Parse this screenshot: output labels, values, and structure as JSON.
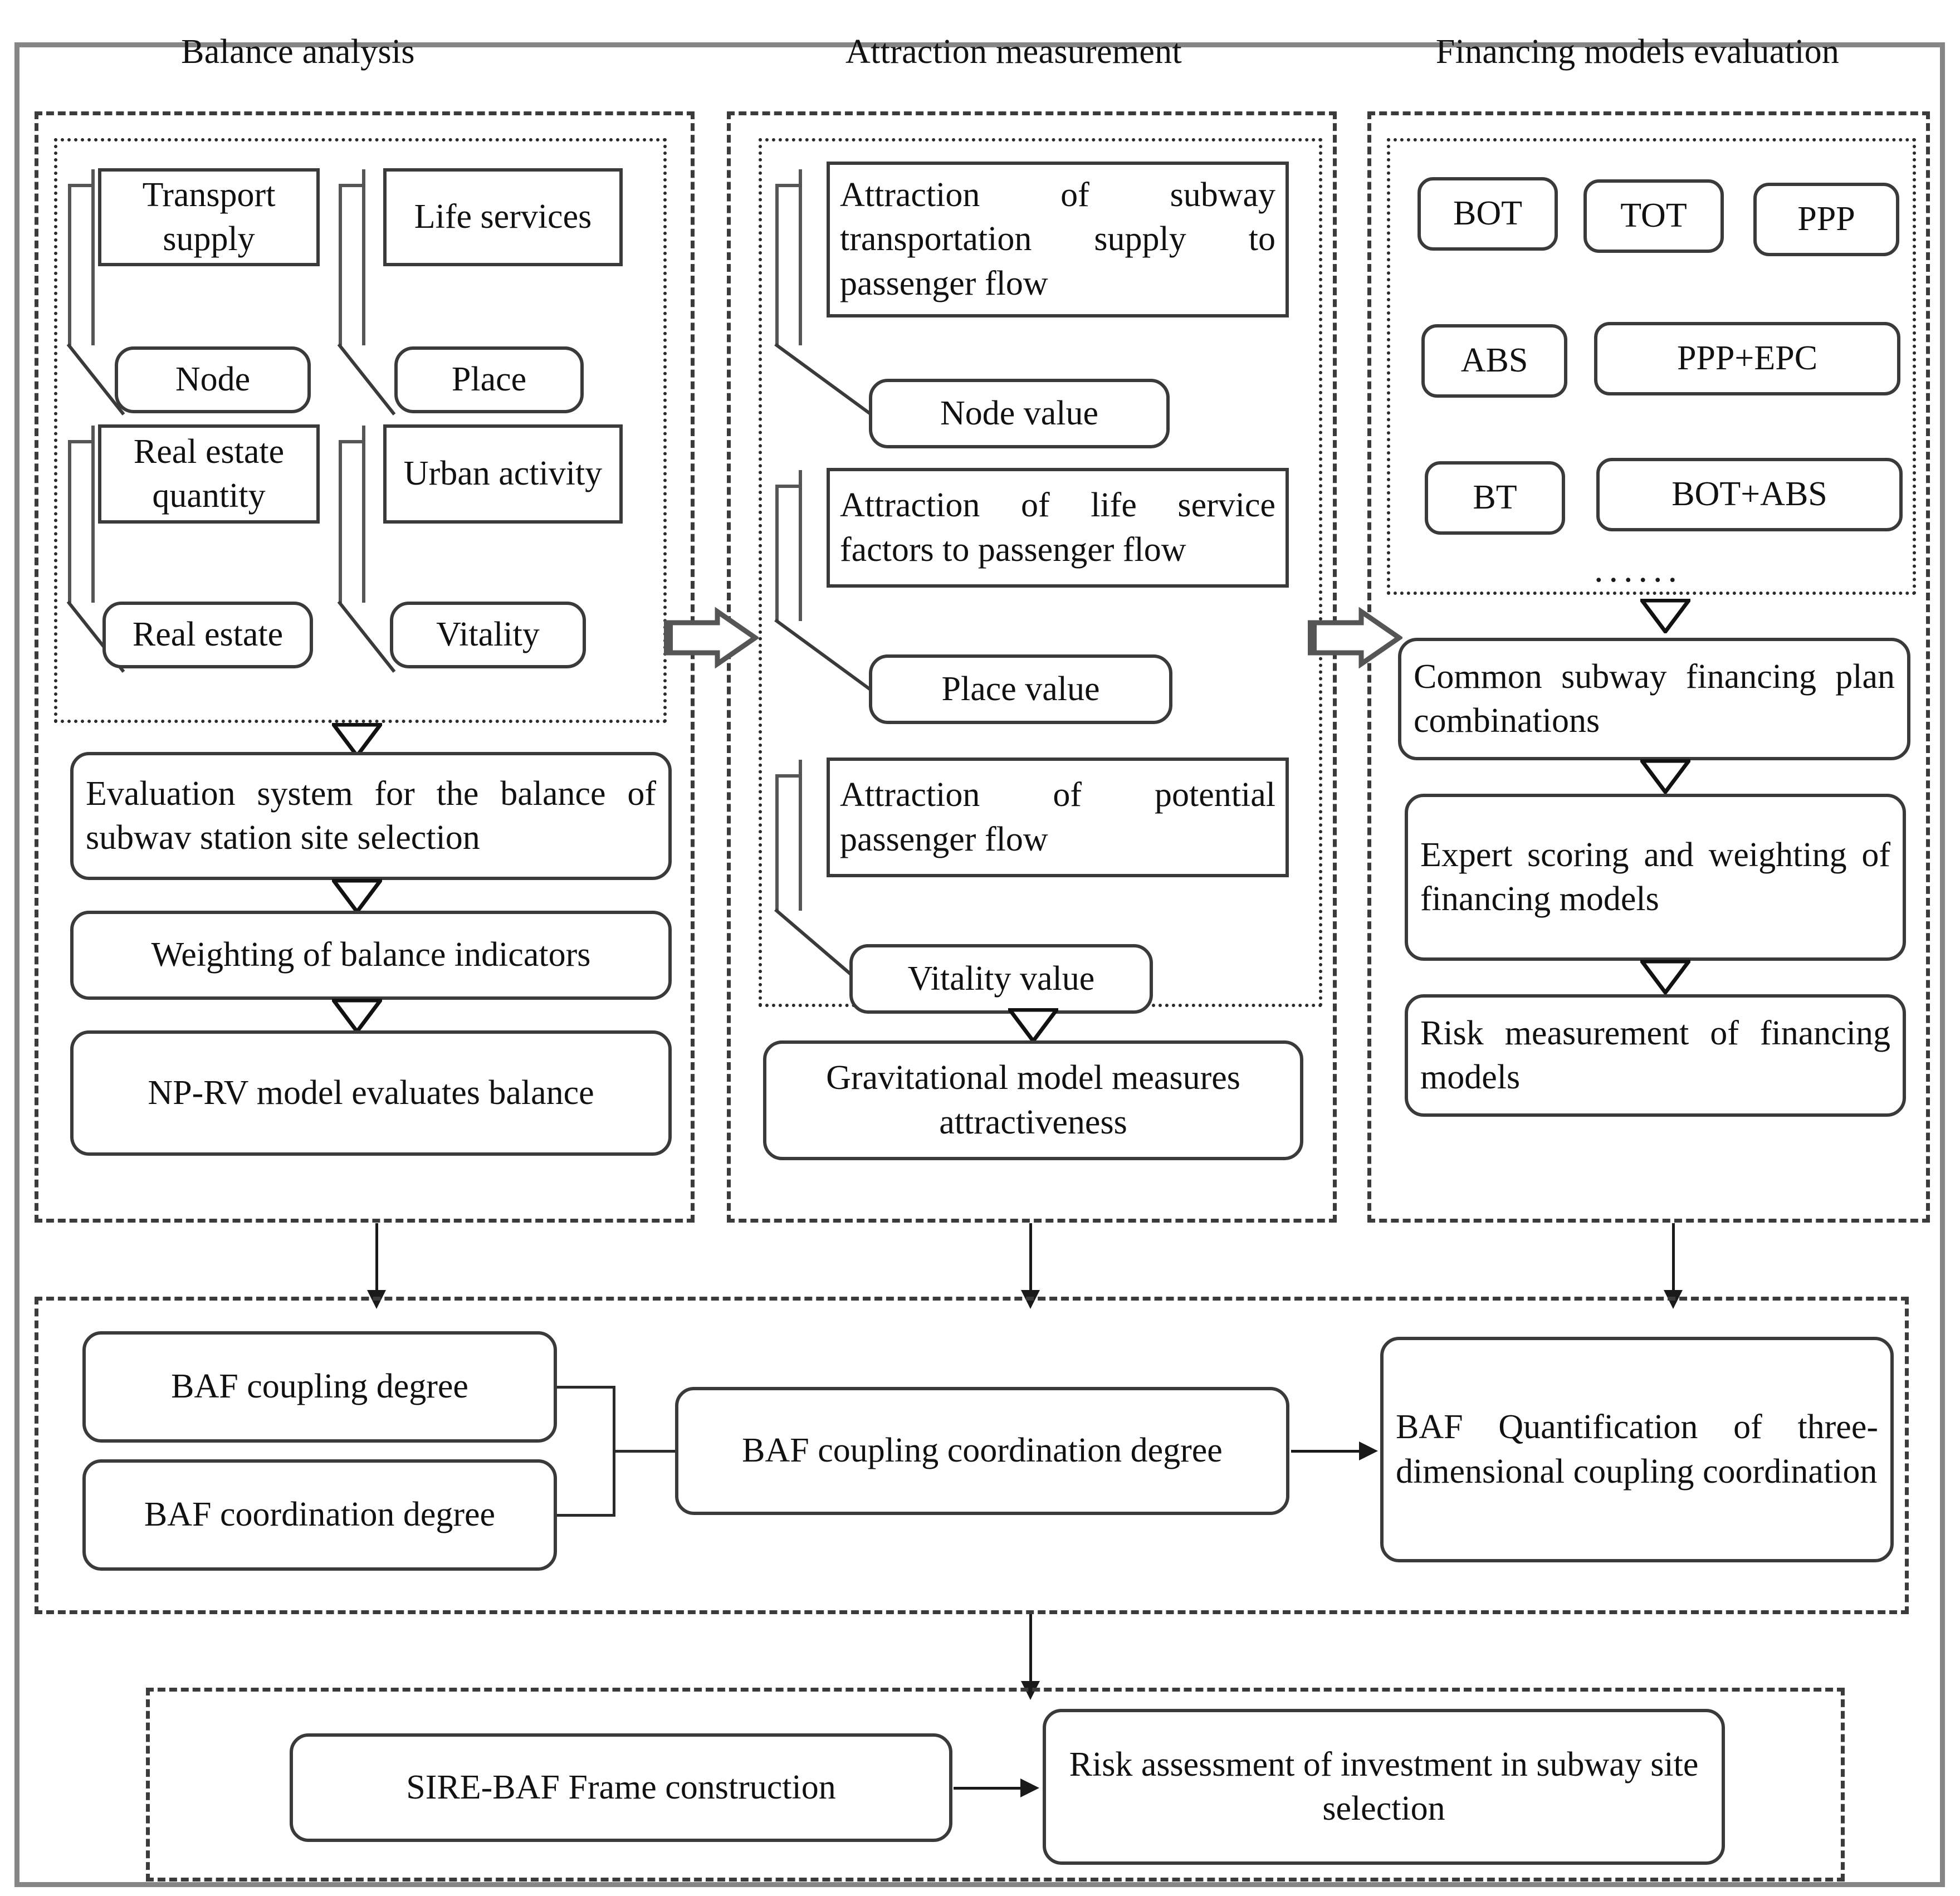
{
  "columns": [
    {
      "id": "balance",
      "title": "Balance analysis"
    },
    {
      "id": "attraction",
      "title": "Attraction measurement"
    },
    {
      "id": "financing",
      "title": "Financing models evaluation"
    }
  ],
  "balance": {
    "indicators": [
      {
        "factor": "Transport supply",
        "value": "Node"
      },
      {
        "factor": "Life services",
        "value": "Place"
      },
      {
        "factor": "Real estate quantity",
        "value": "Real estate"
      },
      {
        "factor": "Urban activity",
        "value": "Vitality"
      }
    ],
    "steps": [
      "Evaluation system for the balance of subwav station site selection",
      "Weighting of balance indicators",
      "NP-RV model evaluates balance"
    ]
  },
  "attraction": {
    "indicators": [
      {
        "factor": "Attraction of subway transportation supply to passenger flow",
        "value": "Node value"
      },
      {
        "factor": "Attraction of life service factors to passenger flow",
        "value": "Place value"
      },
      {
        "factor": "Attraction of potential passenger flow",
        "value": "Vitality value"
      }
    ],
    "steps": [
      "Gravitational model measures attractiveness"
    ]
  },
  "financing": {
    "models": [
      "BOT",
      "TOT",
      "PPP",
      "ABS",
      "PPP+EPC",
      "BT",
      "BOT+ABS"
    ],
    "ellipsis": "......",
    "steps": [
      "Common subway financing plan combinations",
      "Expert scoring and weighting of financing models",
      "Risk measurement of financing models"
    ]
  },
  "baf": {
    "inputs": [
      "BAF coupling degree",
      "BAF coordination degree"
    ],
    "middle": "BAF coupling coordination degree",
    "output": "BAF Quantification of three-dimensional coupling coordination"
  },
  "conclusion": {
    "left": "SIRE-BAF Frame construction",
    "right": "Risk assessment of investment in subway site selection"
  },
  "colors": {
    "line": "#3a3a3a",
    "frame": "#868686",
    "text": "#111111"
  }
}
